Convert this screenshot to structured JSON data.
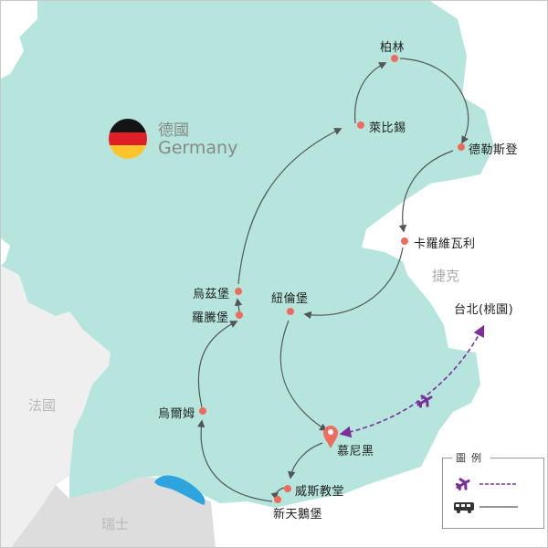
{
  "map": {
    "title": "德國",
    "title_en": "Germany",
    "flag_colors": [
      "#141414",
      "#e02028",
      "#fcc52c"
    ],
    "colors": {
      "germany_fill": "#b5e5dc",
      "neighbor_fill": "#efefef",
      "swiss_fill": "#dddddd",
      "lake": "#2ea4de",
      "route_line": "#555555",
      "flight_line": "#7b2f9b",
      "city_dot": "#f06a5d",
      "pin": "#f06a5d"
    },
    "countries": [
      {
        "name": "法國"
      },
      {
        "name": "瑞士"
      },
      {
        "name": "捷克"
      }
    ],
    "cities": [
      {
        "name": "柏林"
      },
      {
        "name": "萊比錫"
      },
      {
        "name": "德勒斯登"
      },
      {
        "name": "卡羅維瓦利"
      },
      {
        "name": "紐倫堡"
      },
      {
        "name": "烏茲堡"
      },
      {
        "name": "羅騰堡"
      },
      {
        "name": "烏爾姆"
      },
      {
        "name": "慕尼黑"
      },
      {
        "name": "威斯教堂"
      },
      {
        "name": "新天鵝堡"
      },
      {
        "name": "台北(桃園)"
      }
    ],
    "route_order": [
      "慕尼黑",
      "威斯教堂",
      "新天鵝堡",
      "烏爾姆",
      "羅騰堡",
      "烏茲堡",
      "萊比錫",
      "柏林",
      "德勒斯登",
      "卡羅維瓦利",
      "紐倫堡",
      "慕尼黑"
    ]
  },
  "legend": {
    "title": "圖例",
    "items": [
      {
        "icon": "airplane-icon",
        "line": "dashed",
        "meaning": "flight"
      },
      {
        "icon": "bus-icon",
        "line": "solid",
        "meaning": "coach"
      }
    ]
  }
}
